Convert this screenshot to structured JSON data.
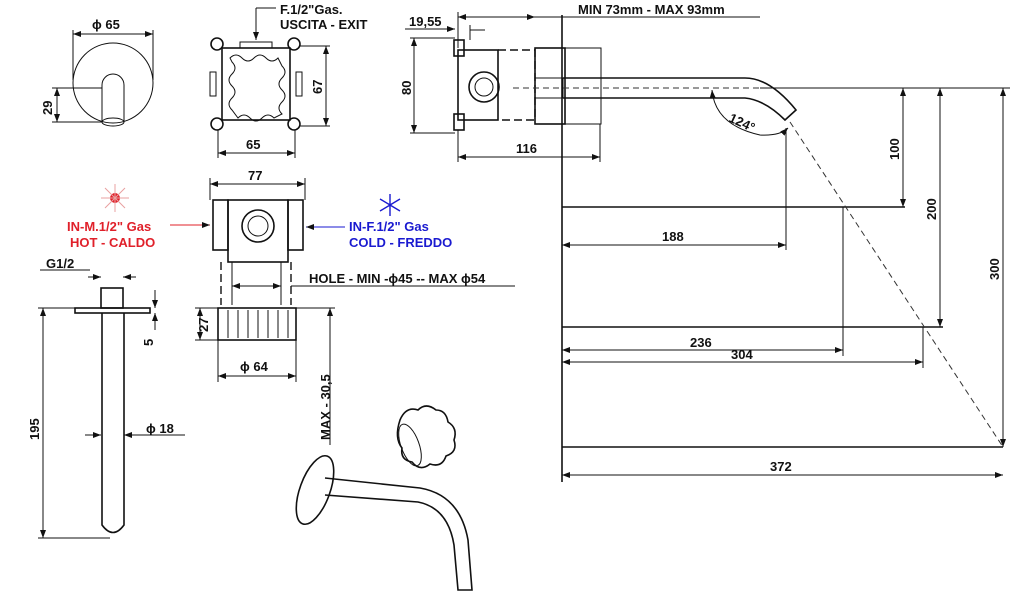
{
  "labels": {
    "phi65_top": "ϕ 65",
    "dim29": "29",
    "outlet_line1": "F.1/2\"Gas.",
    "outlet_line2": "USCITA - EXIT",
    "dim67": "67",
    "dim65": "65",
    "dim19_55": "19,55",
    "min_max": "MIN 73mm - MAX 93mm",
    "dim80": "80",
    "dim116": "116",
    "angle": "124°",
    "dim100": "100",
    "dim200": "200",
    "dim300": "300",
    "dim188": "188",
    "dim236": "236",
    "dim304": "304",
    "dim372": "372",
    "dim77": "77",
    "hot_line1": "IN-M.1/2\" Gas",
    "hot_line2": "HOT - CALDO",
    "cold_line1": "IN-F.1/2\" Gas",
    "cold_line2": "COLD - FREDDO",
    "hole": "HOLE - MIN -ϕ45 -- MAX ϕ54",
    "g12": "G1/2",
    "dim5": "5",
    "dim195": "195",
    "phi18": "ϕ 18",
    "dim27": "27",
    "phi64": "ϕ 64",
    "max30_5": "MAX - 30,5"
  },
  "colors": {
    "hot": "#e0202a",
    "cold": "#1a1ad0"
  }
}
